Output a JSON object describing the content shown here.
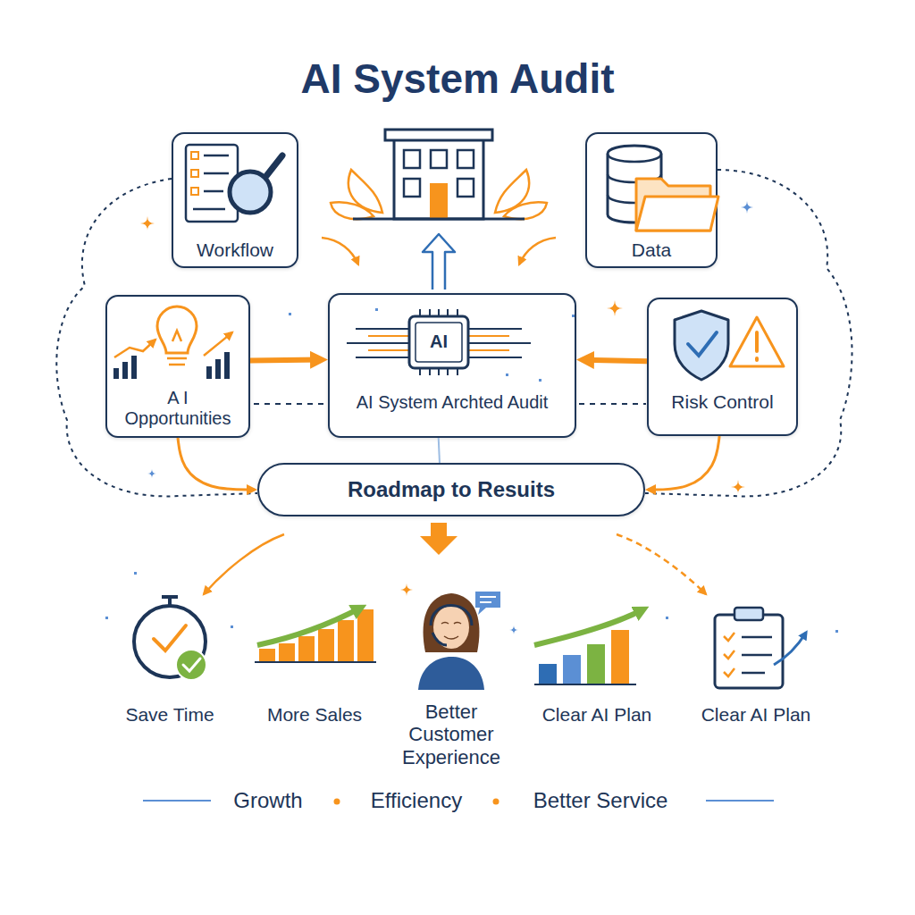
{
  "diagram": {
    "title": "AI System Audit",
    "nodes": [
      {
        "text": [
          "Workflow"
        ]
      },
      {
        "text": [
          "Data"
        ]
      },
      {
        "text": [
          "A I Opportunities"
        ]
      },
      {
        "text": [
          "AI System Archted Audit"
        ]
      },
      {
        "text": [
          "Risk Control"
        ]
      },
      {
        "text": [
          "Roadmap to Resuits"
        ]
      }
    ],
    "edges": [
      {
        "from": 2,
        "to": 3,
        "arrow": "to"
      },
      {
        "from": 4,
        "to": 3,
        "arrow": "to"
      },
      {
        "from": 3,
        "to": 5,
        "arrow": "none"
      },
      {
        "from": 2,
        "to": 5,
        "arrow": "to"
      },
      {
        "from": 4,
        "to": 5,
        "arrow": "to"
      }
    ],
    "labels": [
      "AI",
      "Save Time",
      "More Sales",
      "Better Customer Experience",
      "Clear AI Plan",
      "Clear AI Plan",
      "Growth",
      "Efficiency",
      "Better Service"
    ]
  }
}
